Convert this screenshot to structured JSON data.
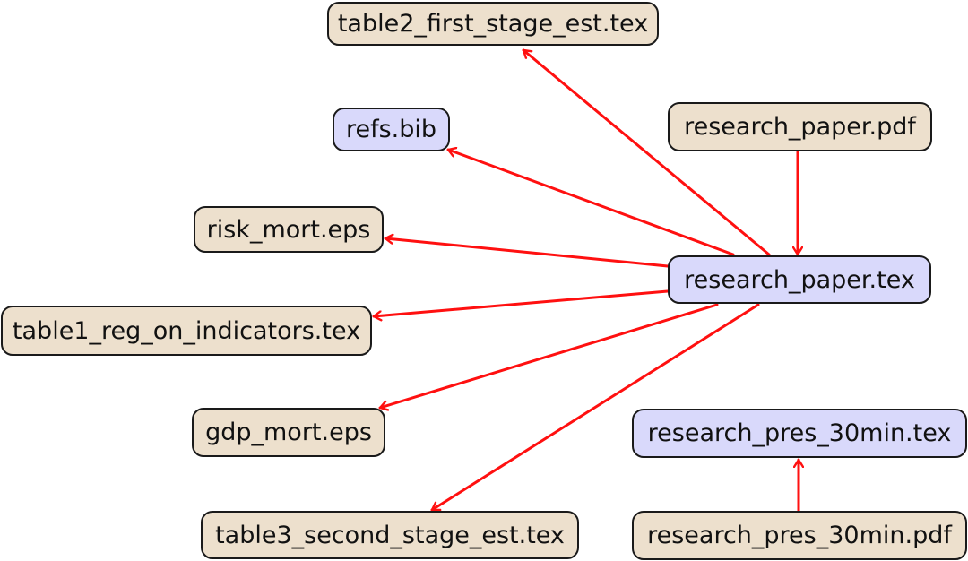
{
  "colors": {
    "output_file_fill": "#ede0cd",
    "source_file_fill": "#d9d9fb",
    "edge": "#ff1010"
  },
  "nodes": {
    "table2_first_stage_est": {
      "label": "table2_first_stage_est.tex",
      "kind": "output"
    },
    "refs_bib": {
      "label": "refs.bib",
      "kind": "source"
    },
    "research_paper_pdf": {
      "label": "research_paper.pdf",
      "kind": "output"
    },
    "risk_mort_eps": {
      "label": "risk_mort.eps",
      "kind": "output"
    },
    "research_paper_tex": {
      "label": "research_paper.tex",
      "kind": "source"
    },
    "table1_reg_on_indicators": {
      "label": "table1_reg_on_indicators.tex",
      "kind": "output"
    },
    "gdp_mort_eps": {
      "label": "gdp_mort.eps",
      "kind": "output"
    },
    "research_pres_30min_tex": {
      "label": "research_pres_30min.tex",
      "kind": "source"
    },
    "table3_second_stage_est": {
      "label": "table3_second_stage_est.tex",
      "kind": "output"
    },
    "research_pres_30min_pdf": {
      "label": "research_pres_30min.pdf",
      "kind": "output"
    }
  },
  "edges": [
    {
      "from": "research_paper_tex",
      "to": "table2_first_stage_est"
    },
    {
      "from": "research_paper_tex",
      "to": "refs_bib"
    },
    {
      "from": "research_paper_tex",
      "to": "risk_mort_eps"
    },
    {
      "from": "research_paper_tex",
      "to": "table1_reg_on_indicators"
    },
    {
      "from": "research_paper_tex",
      "to": "gdp_mort_eps"
    },
    {
      "from": "research_paper_tex",
      "to": "table3_second_stage_est"
    },
    {
      "from": "research_paper_pdf",
      "to": "research_paper_tex"
    },
    {
      "from": "research_pres_30min_pdf",
      "to": "research_pres_30min_tex"
    }
  ]
}
